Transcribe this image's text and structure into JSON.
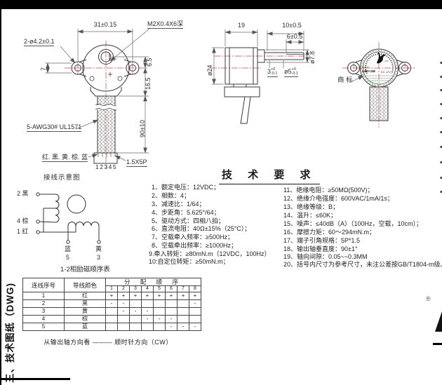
{
  "page": {
    "side_label": "三、技术图纸（DWG)",
    "registered_mark": "®"
  },
  "front_view": {
    "dim_width": "31±0.15",
    "dim_tap": "M2X0.4X6深",
    "dim_holes": "2-ø4.2±0.1",
    "dim_ear": "7",
    "dim_shaft_offset": "6.5",
    "dim_center_to_neck": "16.5",
    "dim_wire_length": "90±10",
    "wire_spec": "5-AWG30# UL1571",
    "wire_colors": "红. 黑. 黄. 棕. 蓝",
    "pin_numbers": "12345",
    "connector_spec": "1.5X5P"
  },
  "side_view": {
    "dim_body_length": "19",
    "dim_shaft_length": "10±0.5",
    "dim_flat_length": "6±0.5",
    "dim_body_dia": "ø24",
    "dim_bushing_dia": "ø7.8",
    "dim_boss": {
      "base": "3",
      "tol_up": "+0",
      "tol_dn": "-0.1"
    },
    "dim_shaft_dia": {
      "base": "ø5",
      "tol_up": "+0",
      "tol_dn": "-0.1"
    }
  },
  "rear_view": {
    "label_callout": "商 标",
    "sticker": {
      "rohs": "RoHS",
      "model": "24BYJ48",
      "voltage": "DC 12V",
      "lot": "LOT"
    }
  },
  "tech_req": {
    "title": "技 术 要 求",
    "left": [
      "1、额定电压：12VDC；",
      "2、相数：4；",
      "3、减速比：1/64；",
      "4、步距角：5.625°/64；",
      "5、驱动方式：四相八拍；",
      "6、直流电阻：40Ω±15%（25°C）；",
      "7、空载牵入频率：≥500Hz；",
      "8、空载牵出频率：≥1000Hz；",
      "9.牵入转矩：≥80mN.m（12VDC，100Hz）",
      "10:自定位转矩：≥50mN.m；"
    ],
    "right": [
      "11、绝缘电阻：≥50MΩ(500V)；",
      "12、绝缘介电强度：600VAC/1mA/1s；",
      "13、绝缘等级：B；",
      "14、温升：≤60K；",
      "15、噪声：≤40dB（A）（100Hz，空载，10cm）；",
      "16、摩擦力矩：60～294mN.m；",
      "17、端子引角规格：5P*1.5",
      "18、输出轴垂直度：90±1°",
      "19、轴向间隙：0.05~~0.3MM",
      "20、括号内尺寸为参考尺寸，未注公差按GB/T1804-m级。"
    ]
  },
  "wiring": {
    "title": "接线示意图",
    "t2": "2 黑",
    "t4": "4 棕",
    "t1": "1 红",
    "blue": "蓝",
    "blue_num": "5",
    "yellow": "黄",
    "yellow_num": "3",
    "caption": "1-2相励磁顺序表"
  },
  "sequence_table": {
    "header_wire_no": "连线序号",
    "header_wire_color": "导线颜色",
    "header_sequence": "分 配 顺 序",
    "steps": [
      "1",
      "2",
      "3",
      "4",
      "5",
      "6",
      "7",
      "8"
    ],
    "rows": [
      {
        "no": "1",
        "color": "红",
        "cells": [
          "+",
          "+",
          "+",
          "+",
          "+",
          "+",
          "+",
          "+"
        ]
      },
      {
        "no": "2",
        "color": "黑",
        "cells": [
          "-",
          "-",
          "",
          "",
          "",
          "",
          "",
          "-"
        ]
      },
      {
        "no": "3",
        "color": "黄",
        "cells": [
          "",
          "-",
          "-",
          "-",
          "",
          "",
          "",
          ""
        ]
      },
      {
        "no": "4",
        "color": "棕",
        "cells": [
          "",
          "",
          "",
          "-",
          "-",
          "-",
          "",
          ""
        ]
      },
      {
        "no": "5",
        "color": "蓝",
        "cells": [
          "",
          "",
          "",
          "",
          "",
          "-",
          "-",
          "-"
        ]
      }
    ],
    "footer": "从输出轴方向看  ———  顺时针方向（CW）"
  }
}
